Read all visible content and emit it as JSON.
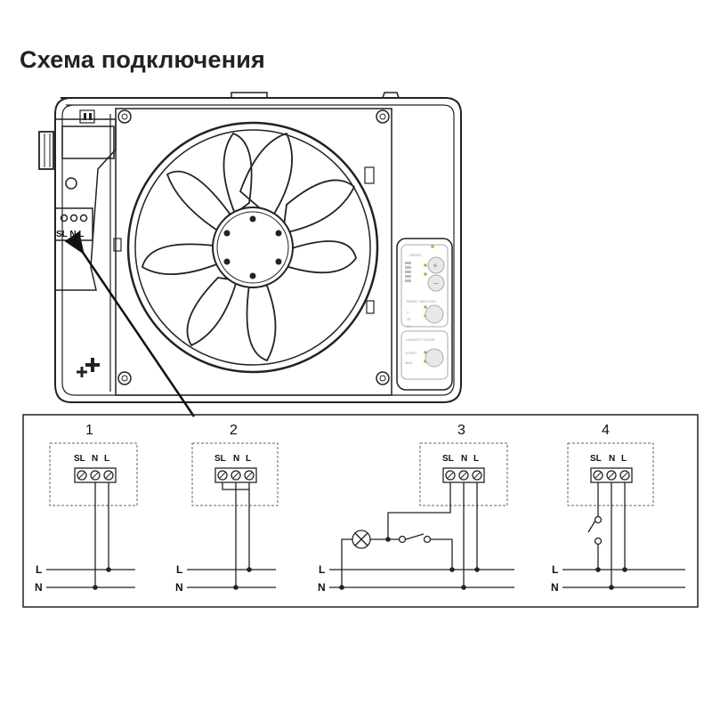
{
  "title": "Схема подключения",
  "device": {
    "terminal_label": "SL N L",
    "panel": {
      "speed_label": "SPEED",
      "timer_label": "TIMER / MINUTES",
      "timer_values": [
        "4",
        "15",
        "30"
      ],
      "humidity_label": "HUMIDITY MODE",
      "humidity_values": [
        "SLEEP",
        "MAX"
      ]
    }
  },
  "schemes": [
    {
      "number": "1",
      "terminals": [
        "SL",
        "N",
        "L"
      ]
    },
    {
      "number": "2",
      "terminals": [
        "SL",
        "N",
        "L"
      ]
    },
    {
      "number": "3",
      "terminals": [
        "SL",
        "N",
        "L"
      ]
    },
    {
      "number": "4",
      "terminals": [
        "SL",
        "N",
        "L"
      ]
    }
  ],
  "lines": {
    "phase": "L",
    "neutral": "N"
  }
}
